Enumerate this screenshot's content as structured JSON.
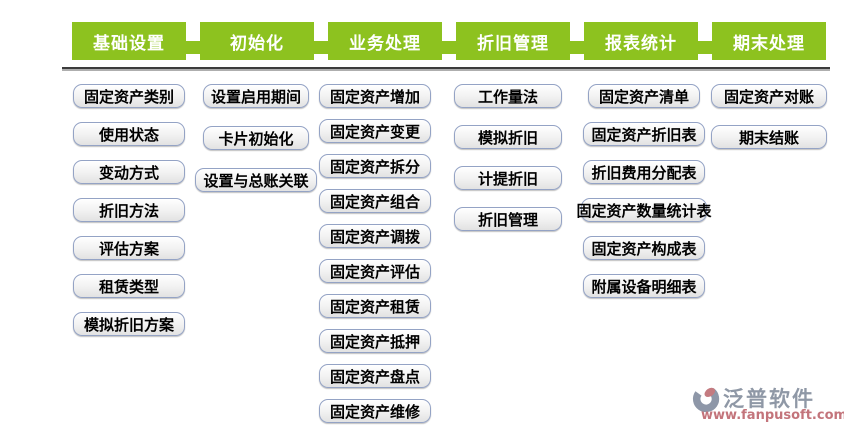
{
  "colors": {
    "tab_green": "#8dc21f",
    "divider_dark": "#3c3c3c",
    "button_border": "#94a3c5",
    "brand_gray": "#8f98a6",
    "url_red": "#c3747b"
  },
  "columns": [
    {
      "id": "basic-settings",
      "tab": "基础设置",
      "items": [
        "固定资产类别",
        "使用状态",
        "变动方式",
        "折旧方法",
        "评估方案",
        "租赁类型",
        "模拟折旧方案"
      ]
    },
    {
      "id": "initialization",
      "tab": "初始化",
      "items": [
        "设置启用期间",
        "卡片初始化",
        "设置与总账关联"
      ]
    },
    {
      "id": "business-processing",
      "tab": "业务处理",
      "items": [
        "固定资产增加",
        "固定资产变更",
        "固定资产拆分",
        "固定资产组合",
        "固定资产调拨",
        "固定资产评估",
        "固定资产租赁",
        "固定资产抵押",
        "固定资产盘点",
        "固定资产维修"
      ]
    },
    {
      "id": "depreciation-management",
      "tab": "折旧管理",
      "items": [
        "工作量法",
        "模拟折旧",
        "计提折旧",
        "折旧管理"
      ]
    },
    {
      "id": "report-statistics",
      "tab": "报表统计",
      "items": [
        "固定资产清单",
        "固定资产折旧表",
        "折旧费用分配表",
        "固定资产数量统计表",
        "固定资产构成表",
        "附属设备明细表"
      ]
    },
    {
      "id": "period-end-processing",
      "tab": "期末处理",
      "items": [
        "固定资产对账",
        "期末结账"
      ]
    }
  ],
  "logo": {
    "brand": "泛普软件",
    "url": "www.fanpusoft.com",
    "return_mark": "↵"
  }
}
